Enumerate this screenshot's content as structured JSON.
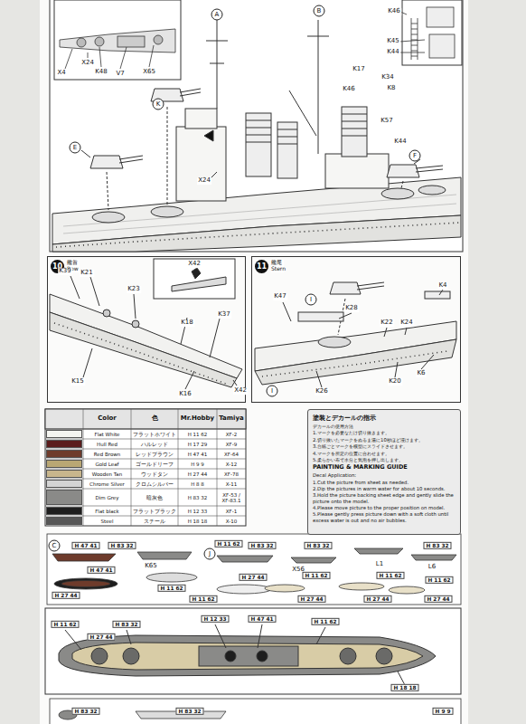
{
  "diagram": {
    "nodes": [
      {
        "text": [
          "10",
          "艦首 Bow"
        ]
      },
      {
        "text": [
          "11",
          "艦尾 Stern"
        ]
      },
      {
        "text": [
          "塗装とデカールの指示",
          "デカールの使用方法",
          "1.マークを必要なだけ切り抜きます。",
          "2.切り抜いたマークをぬるま湯に10秒ほど浸けます。",
          "3.台紙ごとマークを模型にスライドさせます。",
          "4.マークを所定の位置に合わせます。",
          "5.柔らかい布で水分と気泡を押し出します。",
          "PAINTING & MARKING GUIDE",
          "Decal Application:",
          "1.Cut the picture from sheet as needed.",
          "2.Dip the pictures in warm water for about 10 seconds.",
          "3.Hold the picture backing sheet edge and gently slide the picture onto the model.",
          "4.Please move picture to the proper position on model.",
          "5.Please gently press picture down with a soft cloth until excess water is out and no air bubbles."
        ]
      }
    ],
    "labels": [
      "A",
      "B",
      "X24",
      "X4",
      "K48",
      "V7",
      "X65",
      "K46",
      "K45",
      "K44",
      "K",
      "K17",
      "K34",
      "K46",
      "K8",
      "K57",
      "E",
      "X24",
      "K44",
      "F",
      "K39",
      "K21",
      "K23",
      "X42",
      "K18",
      "K37",
      "K15",
      "K16",
      "X42",
      "K47",
      "I",
      "K28",
      "K4",
      "K22",
      "K24",
      "K6",
      "K20",
      "K26",
      "I",
      "Color",
      "色",
      "Mr.Hobby",
      "Tamiya",
      "フラットホワイト",
      "H 11 62",
      "XF-2",
      "ハルレッド",
      "H 17 29",
      "XF-9",
      "レッドブラウン",
      "H 47 41",
      "XF-64",
      "ゴールドリーフ",
      "H 9 9",
      "X-12",
      "ウッドタン",
      "H 27 44",
      "XF-78",
      "クロムシルバー",
      "H 8 8",
      "X-11",
      "暗灰色",
      "H 83 32",
      "XF-53 / XF-83.1",
      "フラットブラック",
      "H 12 33",
      "XF-1",
      "スチール",
      "H 18 18",
      "X-10",
      "C",
      "H 47 41",
      "H 83 32",
      "K65",
      "H 11 62",
      "J",
      "H 83 32",
      "X56",
      "H 83 32",
      "L1",
      "H 83 32",
      "L6",
      "H 47 41",
      "H 11 62",
      "H 11 62",
      "H 11 62",
      "H 27 44",
      "H 11 62",
      "H 27 44",
      "H 11 62",
      "H 27 44",
      "H 27 44",
      "H 27 44",
      "H 11 62",
      "H 83 32",
      "H 27 44",
      "H 12 33",
      "H 47 41",
      "H 11 62",
      "H 18 18",
      "H 83 32",
      "H 83 32",
      "H 9 9"
    ],
    "legend": [
      {
        "text": "Flat White",
        "color": "#f4f4f0"
      },
      {
        "text": "Hull Red",
        "color": "#5a1c1c"
      },
      {
        "text": "Red Brown",
        "color": "#6e3b2b"
      },
      {
        "text": "Gold Leaf",
        "color": "#b9a774"
      },
      {
        "text": "Wooden Tan",
        "color": "#c8b68c"
      },
      {
        "text": "Chrome Silver",
        "color": "#d4d4d4"
      },
      {
        "text": "Dim Grey",
        "color": "#8a8a88"
      },
      {
        "text": "Flat black",
        "color": "#1e1e1e"
      },
      {
        "text": "Steel",
        "color": "#575757"
      }
    ]
  }
}
